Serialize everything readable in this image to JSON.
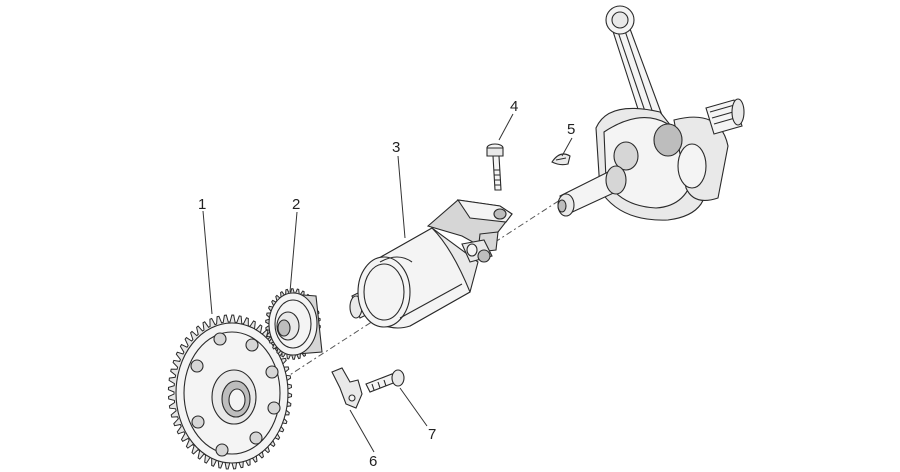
{
  "callouts": [
    {
      "id": "1",
      "label": "1"
    },
    {
      "id": "2",
      "label": "2"
    },
    {
      "id": "3",
      "label": "3"
    },
    {
      "id": "4",
      "label": "4"
    },
    {
      "id": "5",
      "label": "5"
    },
    {
      "id": "6",
      "label": "6"
    },
    {
      "id": "7",
      "label": "7"
    }
  ],
  "colors": {
    "line": "#2a2a2a",
    "fill_light": "#f4f4f4",
    "fill_mid": "#d6d6d6",
    "fill_dark": "#bdbdbd"
  }
}
